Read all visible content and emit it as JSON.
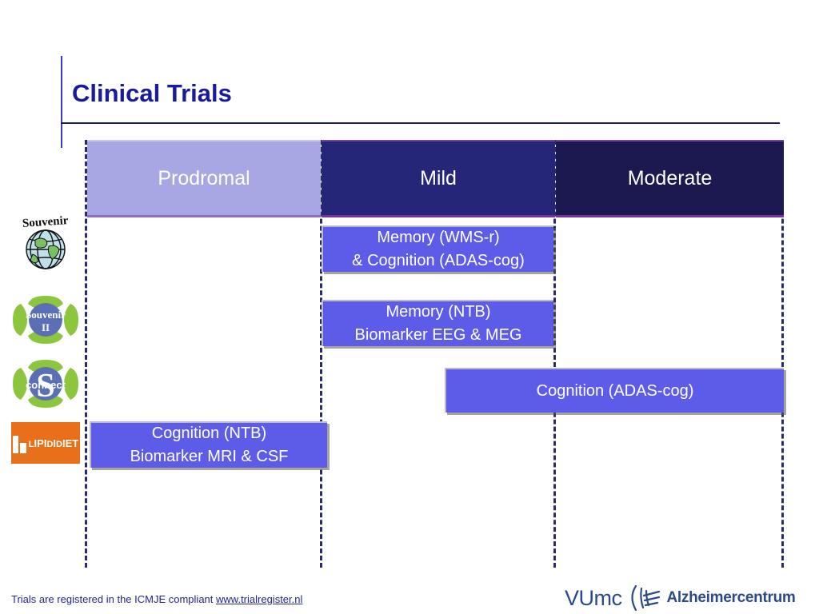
{
  "slide": {
    "title": "Clinical Trials"
  },
  "matrix": {
    "stages": [
      {
        "label": "Prodromal",
        "color": "#a7a7e4"
      },
      {
        "label": "Mild",
        "color": "#262678"
      },
      {
        "label": "Moderate",
        "color": "#1c1950"
      }
    ],
    "measures": [
      {
        "id": "mild-memory-cognition",
        "stage": "Mild",
        "lines": [
          "Memory (WMS-r)",
          "& Cognition (ADAS-cog)"
        ],
        "color": "#5c5ce8"
      },
      {
        "id": "mild-memory-biomarker",
        "stage": "Mild",
        "lines": [
          "Memory (NTB)",
          "Biomarker EEG & MEG"
        ],
        "color": "#5c5ce8"
      },
      {
        "id": "mild-moderate-cognition",
        "stage": "Mild + Moderate",
        "lines": [
          "Cognition (ADAS-cog)"
        ],
        "color": "#5c5ce8"
      },
      {
        "id": "prodromal-cognition-biomarker",
        "stage": "Prodromal",
        "lines": [
          "Cognition (NTB)",
          "Biomarker MRI & CSF"
        ],
        "color": "#5c5ce8"
      }
    ]
  },
  "logos": [
    {
      "id": "souvenir",
      "name": "Souvenir",
      "text": "Souvenir",
      "icon": "globe-icon"
    },
    {
      "id": "souvenir-ii",
      "name": "Souvenir II",
      "text": "Souvenir",
      "text2": "II",
      "icon": "flower-badge-icon"
    },
    {
      "id": "s-connect",
      "name": "S-Connect",
      "text": "connect",
      "letter": "S",
      "icon": "flower-badge-icon"
    },
    {
      "id": "lipididiet",
      "name": "LipiDiDiet",
      "text_small": "IPI",
      "icon": "bars-icon",
      "color": "#e8701a"
    }
  ],
  "footer": {
    "note_prefix": "Trials are registered in the ICMJE compliant ",
    "link_text": "www.trialregister.nl",
    "brand": "VUmc",
    "brand_sub": "Alzheimercentrum",
    "brand_color": "#2b4a8b"
  }
}
